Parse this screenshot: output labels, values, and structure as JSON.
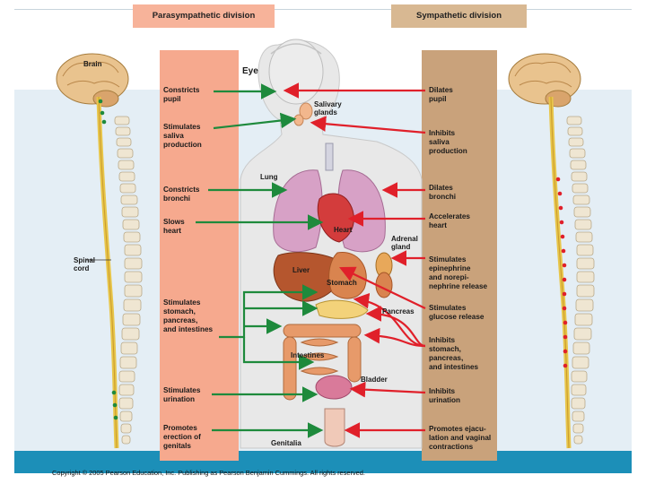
{
  "headers": {
    "parasympathetic": "Parasympathetic division",
    "sympathetic": "Sympathetic division"
  },
  "left_labels": {
    "brain": "Brain",
    "spinal_cord": "Spinal\ncord"
  },
  "parasympathetic_effects": {
    "pupil": "Constricts\npupil",
    "saliva": "Stimulates\nsaliva\nproduction",
    "bronchi": "Constricts\nbronchi",
    "heart": "Slows\nheart",
    "digestion": "Stimulates\nstomach,\npancreas,\nand intestines",
    "urination": "Stimulates\nurination",
    "erection": "Promotes\nerection of\ngenitals"
  },
  "sympathetic_effects": {
    "pupil": "Dilates\npupil",
    "saliva": "Inhibits\nsaliva\nproduction",
    "bronchi": "Dilates\nbronchi",
    "heart": "Accelerates\nheart",
    "epinephrine": "Stimulates\nepinephrine\nand norepi-\nnephrine release",
    "glucose": "Stimulates\nglucose release",
    "digestion": "Inhibits\nstomach,\npancreas,\nand intestines",
    "urination": "Inhibits\nurination",
    "ejaculation": "Promotes ejacu-\nlation and vaginal\ncontractions"
  },
  "organs": {
    "eye": "Eye",
    "salivary": "Salivary\nglands",
    "lung": "Lung",
    "heart": "Heart",
    "adrenal": "Adrenal\ngland",
    "liver": "Liver",
    "stomach": "Stomach",
    "pancreas": "Pancreas",
    "intestines": "Intestines",
    "bladder": "Bladder",
    "genitalia": "Genitalia"
  },
  "copyright": "Copyright © 2005 Pearson Education, Inc. Publishing as Pearson Benjamin Cummings. All rights reserved.",
  "colors": {
    "parasympathetic_arrow": "#1e8a3c",
    "sympathetic_arrow": "#e0202a",
    "parasympathetic_panel": "#f6a98e",
    "sympathetic_panel": "#c9a27b",
    "spinal_cord": "#e8c64a",
    "slide_band": "#1c8fb8"
  }
}
